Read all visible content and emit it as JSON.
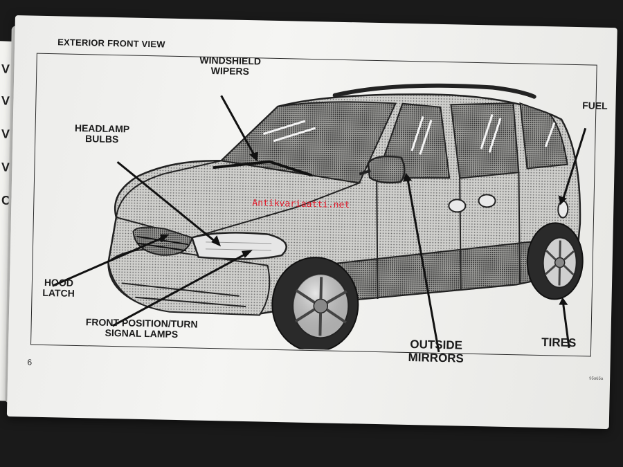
{
  "page": {
    "section_title": "EXTERIOR FRONT VIEW",
    "page_number": "6",
    "corner_code": "95a65a",
    "watermark": "Antikvariaatti.net"
  },
  "callouts": {
    "windshield_wipers": [
      "WINDSHIELD",
      "WIPERS"
    ],
    "headlamp_bulbs": [
      "HEADLAMP",
      "BULBS"
    ],
    "hood_latch": [
      "HOOD",
      "LATCH"
    ],
    "front_lamps": [
      "FRONT POSITION/TURN",
      "SIGNAL LAMPS"
    ],
    "outside_mirrors": [
      "OUTSIDE",
      "MIRRORS"
    ],
    "fuel": "FUEL",
    "tires": "TIRES"
  },
  "edge_letters": [
    "V",
    "V",
    "V",
    "V",
    "C"
  ],
  "colors": {
    "ink": "#1b1b1b",
    "paper": "#efefec",
    "watermark": "#e11a2a"
  }
}
